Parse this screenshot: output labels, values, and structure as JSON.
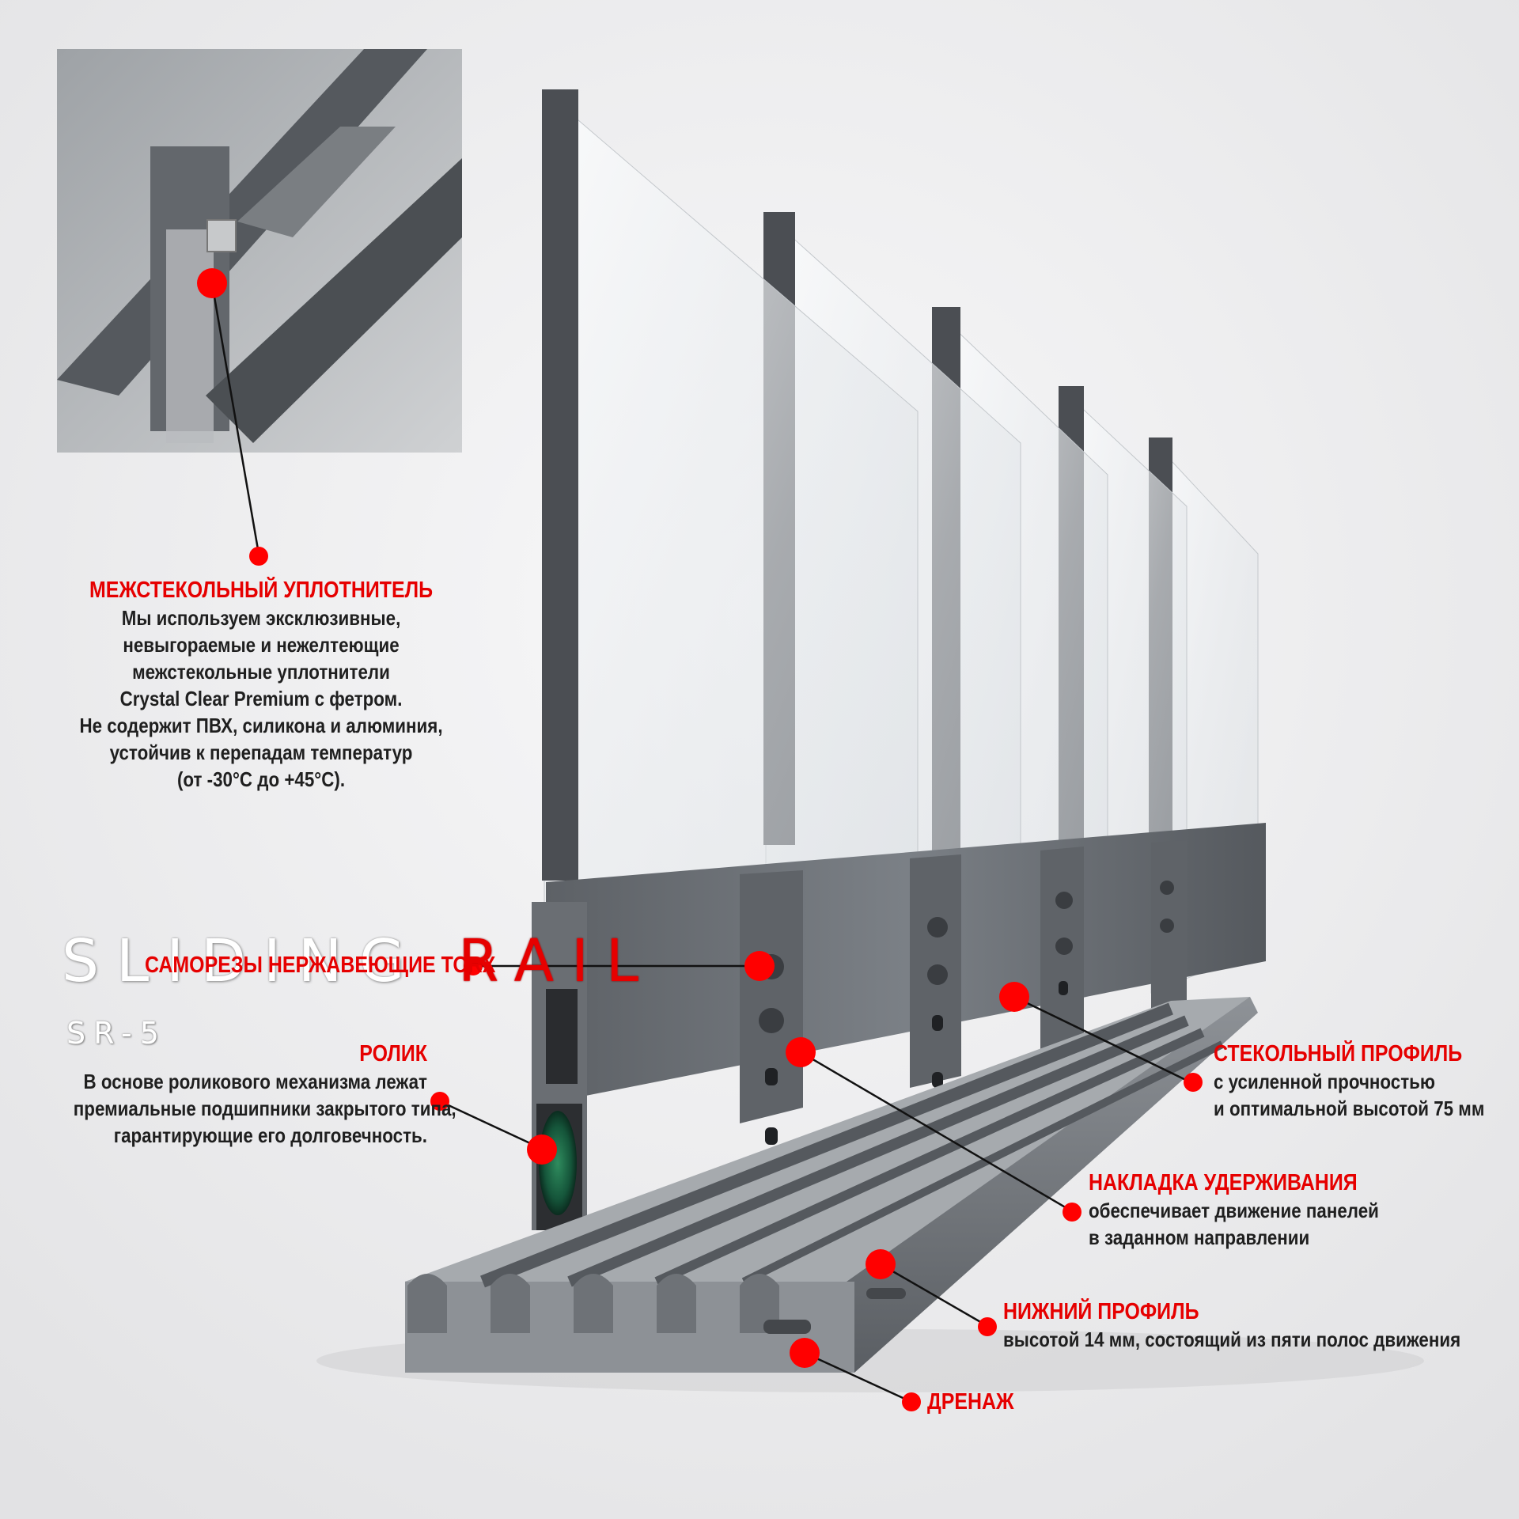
{
  "brand": {
    "word1": "SLIDING",
    "word2": "RAIL",
    "model": "SR-5",
    "accent_color": "#e60000"
  },
  "marker_color": "#ff0000",
  "callouts": {
    "seal": {
      "title": "МЕЖСТЕКОЛЬНЫЙ УПЛОТНИТЕЛЬ",
      "lines": [
        "Мы используем эксклюзивные,",
        "невыгораемые  и нежелтеющие",
        "межстекольные уплотнители",
        "Crystal Clear Premium с фетром.",
        "Не содержит ПВХ, силикона и алюминия,",
        "устойчив к перепадам температур",
        "(от -30°С до +45°С)."
      ]
    },
    "screws": {
      "title": "САМОРЕЗЫ НЕРЖАВЕЮЩИЕ TORX"
    },
    "roller": {
      "title": "РОЛИК",
      "lines": [
        "В основе роликового механизма лежат",
        "премиальные подшипники закрытого типа,",
        "гарантирующие его долговечность."
      ]
    },
    "glass_profile": {
      "title": "СТЕКОЛЬНЫЙ ПРОФИЛЬ",
      "lines": [
        "с усиленной прочностью",
        "и оптимальной высотой 75 мм"
      ]
    },
    "retainer": {
      "title": "НАКЛАДКА УДЕРЖИВАНИЯ",
      "lines": [
        "обеспечивает движение панелей",
        "в заданном направлении"
      ]
    },
    "bottom_profile": {
      "title": "НИЖНИЙ ПРОФИЛЬ",
      "lines": [
        "высотой 14 мм, состоящий из пяти полос движения"
      ]
    },
    "drain": {
      "title": "ДРЕНАЖ"
    }
  }
}
